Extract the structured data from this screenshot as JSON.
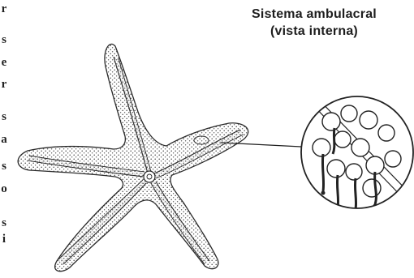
{
  "labels": {
    "title_line1": "Sistema ambulacral",
    "title_line2": "(vista interna)"
  },
  "edge_letters": [
    "r",
    "s",
    "e",
    "r",
    "s",
    "a",
    "s",
    "o",
    "s",
    "i"
  ],
  "colors": {
    "ink": "#1e1e1e",
    "stipple": "#555555",
    "background": "#ffffff"
  }
}
